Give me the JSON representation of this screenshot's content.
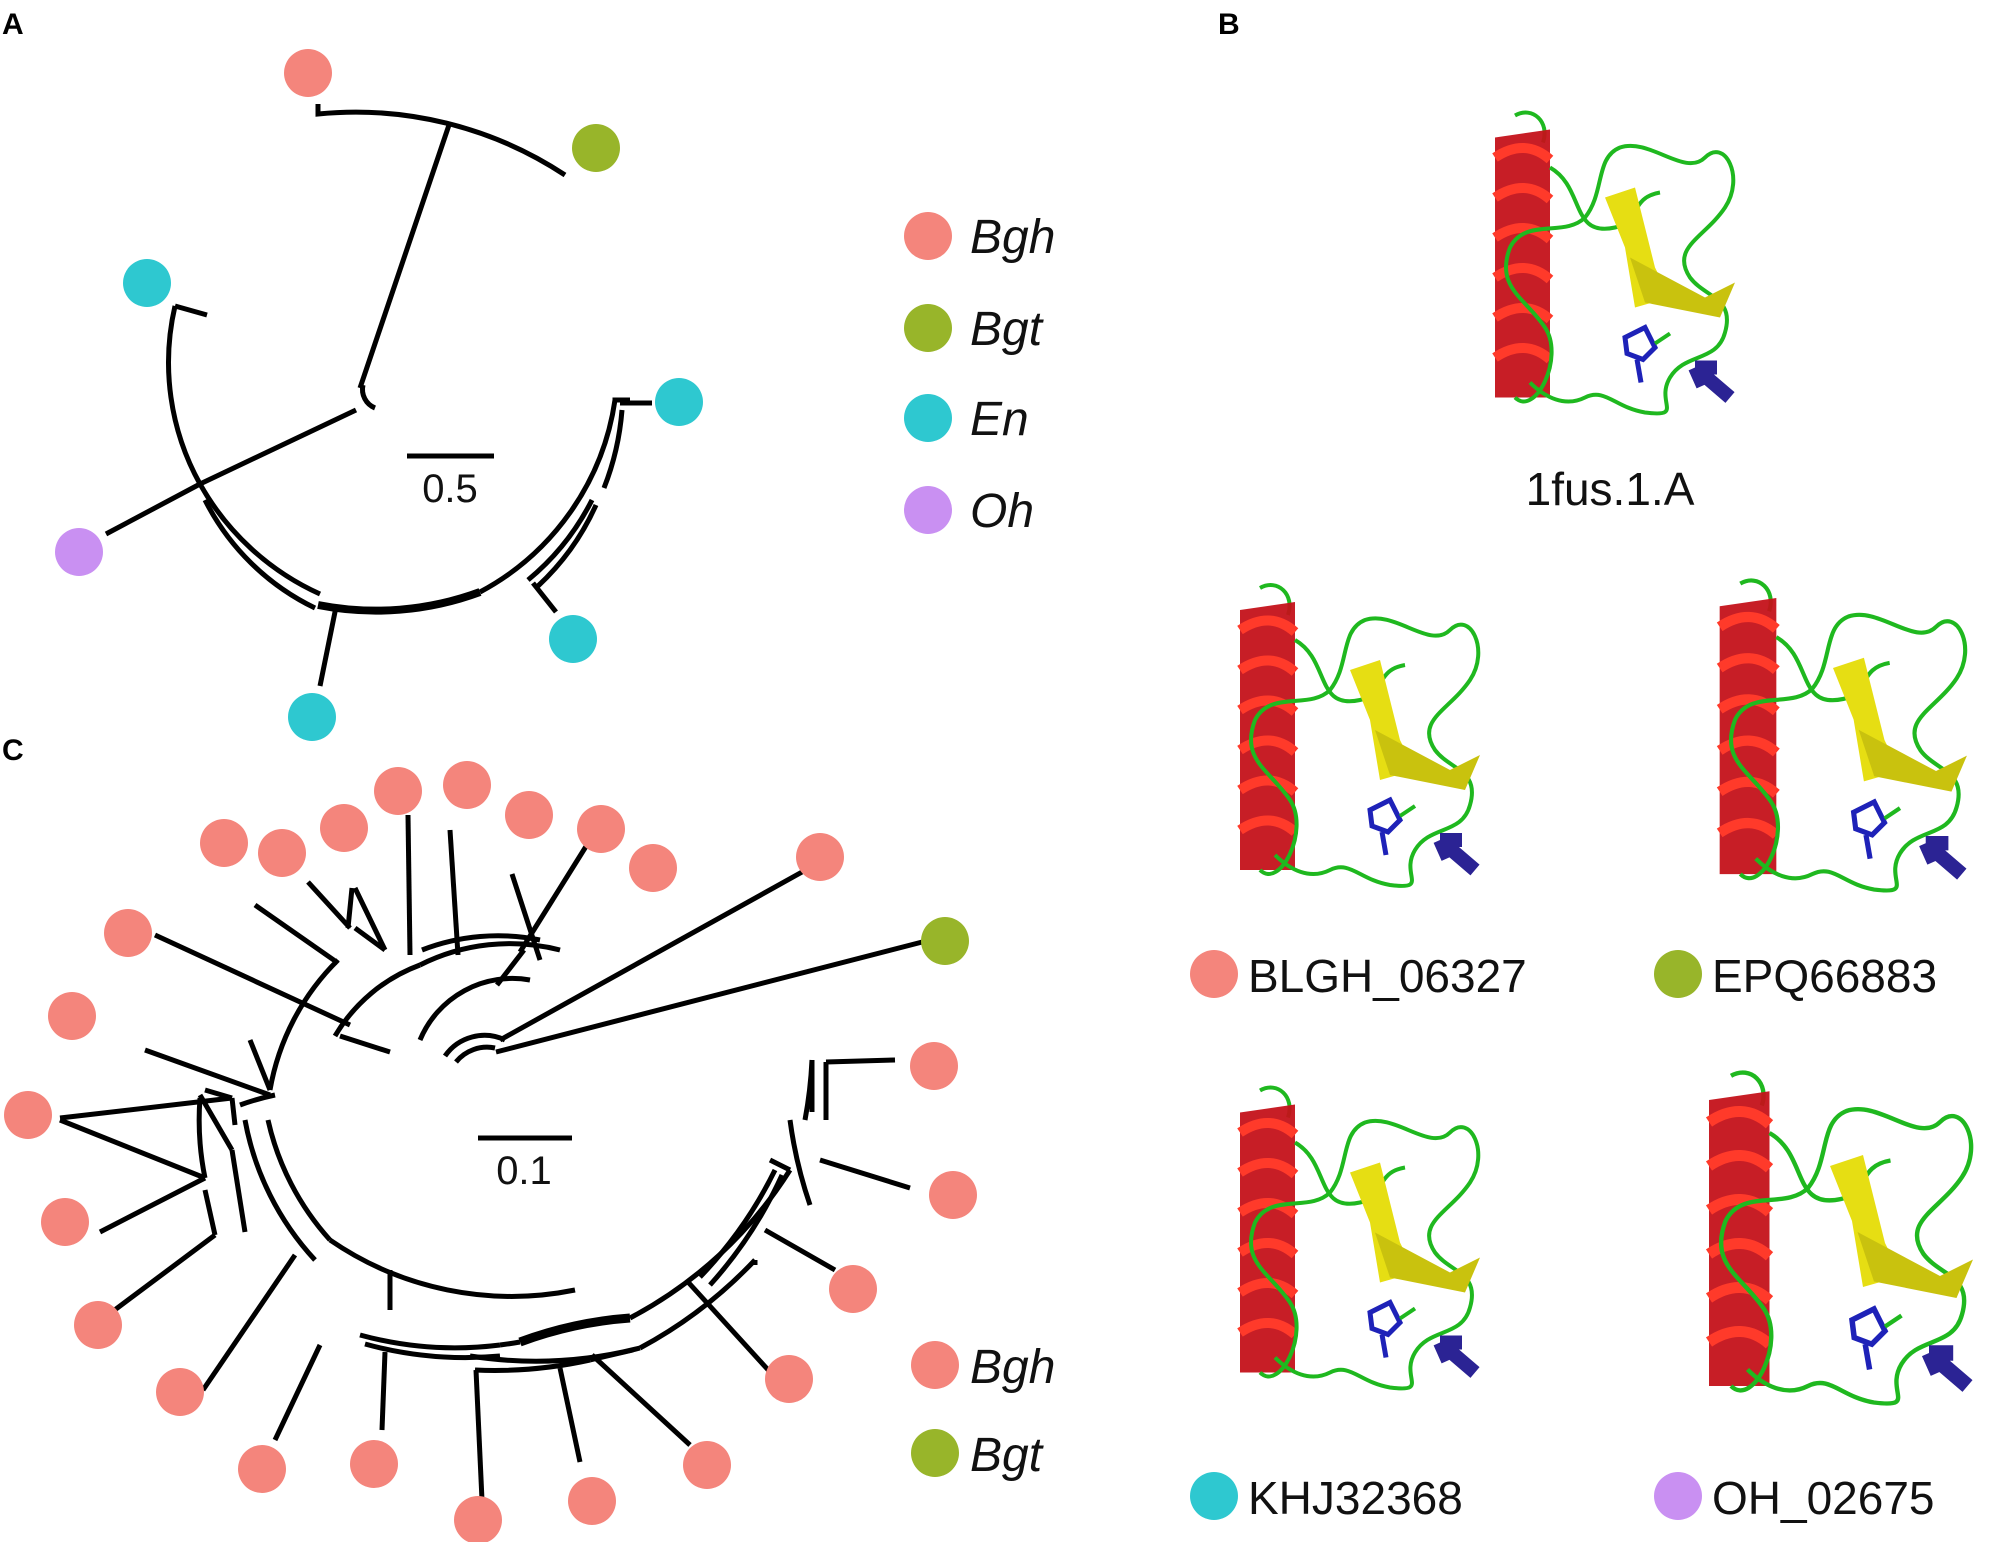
{
  "panels": {
    "a": "A",
    "b": "B",
    "c": "C"
  },
  "colors": {
    "Bgh": "#f4857c",
    "Bgt": "#98b52a",
    "En": "#2ec8d0",
    "Oh": "#c990f2",
    "helix": "#e0181a",
    "sheet": "#e6de13",
    "loop": "#1fb81f",
    "site": "#1e22b8",
    "arrow": "#2b2394"
  },
  "tree_a": {
    "scale_label": "0.5",
    "legend": [
      {
        "key": "Bgh",
        "label": "Bgh"
      },
      {
        "key": "Bgt",
        "label": "Bgt"
      },
      {
        "key": "En",
        "label": "En"
      },
      {
        "key": "Oh",
        "label": "Oh"
      }
    ]
  },
  "structures": {
    "reference": "1fus.1.A",
    "models": [
      {
        "id": "BLGH_06327",
        "species": "Bgh"
      },
      {
        "id": "EPQ66883",
        "species": "Bgt"
      },
      {
        "id": "KHJ32368",
        "species": "En"
      },
      {
        "id": "OH_02675",
        "species": "Oh"
      }
    ]
  },
  "tree_c": {
    "scale_label": "0.1",
    "legend": [
      {
        "key": "Bgh",
        "label": "Bgh"
      },
      {
        "key": "Bgt",
        "label": "Bgt"
      }
    ]
  }
}
